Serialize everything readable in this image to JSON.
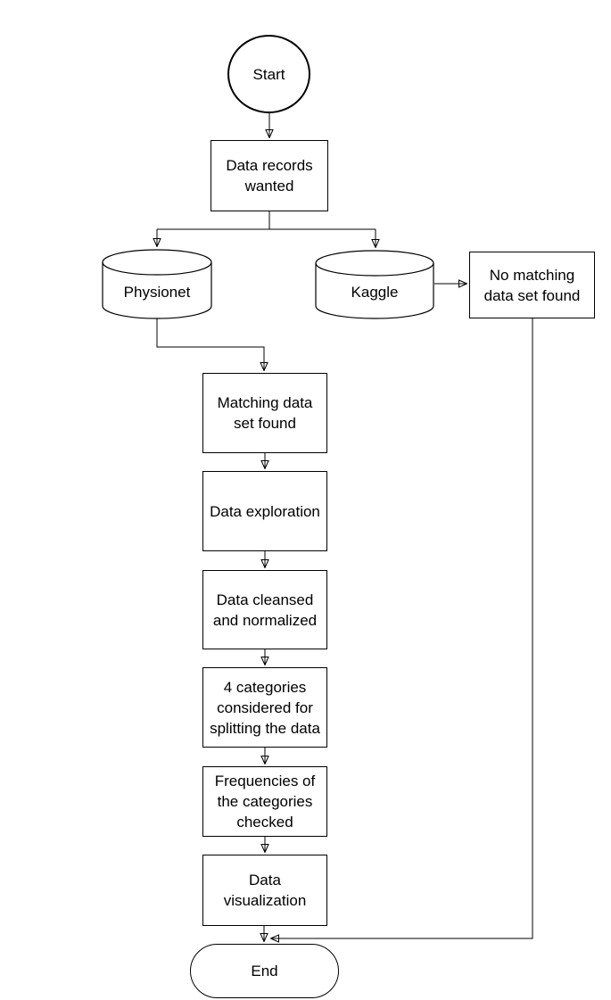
{
  "diagram": {
    "type": "flowchart",
    "background_color": "#ffffff",
    "stroke_color": "#000000",
    "text_color": "#000000",
    "nodes": {
      "start": {
        "shape": "circle",
        "label": "Start"
      },
      "data_records": {
        "shape": "process",
        "label": "Data records\nwanted"
      },
      "physionet": {
        "shape": "database",
        "label": "Physionet"
      },
      "kaggle": {
        "shape": "database",
        "label": "Kaggle"
      },
      "no_match": {
        "shape": "process",
        "label": "No matching\ndata set found"
      },
      "matching": {
        "shape": "process",
        "label": "Matching data\nset found"
      },
      "exploration": {
        "shape": "process",
        "label": "Data exploration"
      },
      "cleansed": {
        "shape": "process",
        "label": "Data cleansed\nand normalized"
      },
      "categories": {
        "shape": "process",
        "label": "4 categories\nconsidered for\nsplitting the data"
      },
      "frequencies": {
        "shape": "process",
        "label": "Frequencies of\nthe categories\nchecked"
      },
      "visualization": {
        "shape": "process",
        "label": "Data\nvisualization"
      },
      "end": {
        "shape": "terminator",
        "label": "End"
      }
    },
    "edges": [
      {
        "from": "start",
        "to": "data_records"
      },
      {
        "from": "data_records",
        "to": "physionet"
      },
      {
        "from": "data_records",
        "to": "kaggle"
      },
      {
        "from": "kaggle",
        "to": "no_match"
      },
      {
        "from": "physionet",
        "to": "matching"
      },
      {
        "from": "matching",
        "to": "exploration"
      },
      {
        "from": "exploration",
        "to": "cleansed"
      },
      {
        "from": "cleansed",
        "to": "categories"
      },
      {
        "from": "categories",
        "to": "frequencies"
      },
      {
        "from": "frequencies",
        "to": "visualization"
      },
      {
        "from": "visualization",
        "to": "end"
      },
      {
        "from": "no_match",
        "to": "end"
      }
    ]
  }
}
